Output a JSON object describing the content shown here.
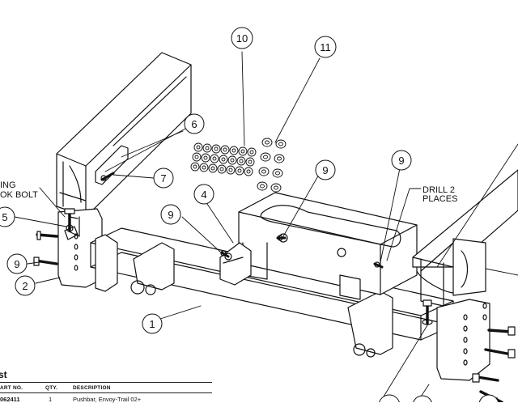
{
  "callouts": {
    "c1": "1",
    "c2": "2",
    "c4": "4",
    "c5": "5",
    "c6": "6",
    "c7": "7",
    "c9a": "9",
    "c9b": "9",
    "c9c": "9",
    "c9d": "9",
    "c10": "10",
    "c11": "11"
  },
  "labels": {
    "hook_bolt_line1": "ING",
    "hook_bolt_line2": "OK BOLT",
    "drill_line1": "DRILL 2",
    "drill_line2": "PLACES"
  },
  "parts_list": {
    "title": "st",
    "headers": {
      "part_no": "ART NO.",
      "qty": "QTY.",
      "description": "DESCRIPTION"
    },
    "rows": [
      {
        "part_no": "062411",
        "qty": "1",
        "description": "Pushbar, Envoy-Trail 02+"
      }
    ]
  }
}
